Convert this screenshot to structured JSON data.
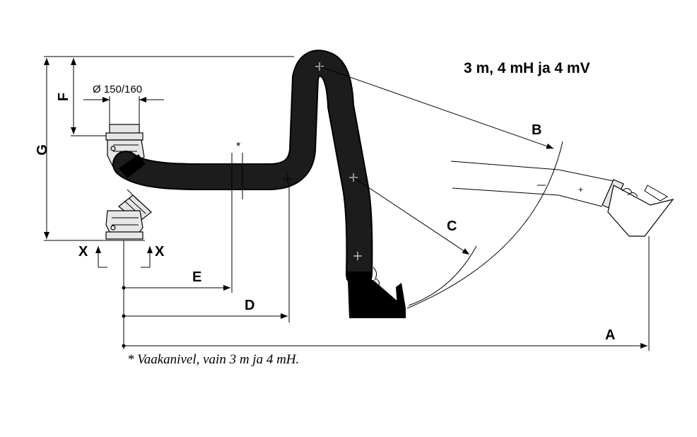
{
  "title": "3 m, 4 mH ja 4 mV",
  "diameter_label": "Ø 150/160",
  "footnote": "* Vaakanivel, vain 3 m ja 4 mH.",
  "asterisk": "*",
  "dimensions": {
    "A": "A",
    "B": "B",
    "C": "C",
    "D": "D",
    "E": "E",
    "F": "F",
    "G": "G",
    "X_left": "X",
    "X_right": "X"
  },
  "colors": {
    "tube": "#1c1c1c",
    "line": "#000000",
    "background": "#ffffff"
  }
}
